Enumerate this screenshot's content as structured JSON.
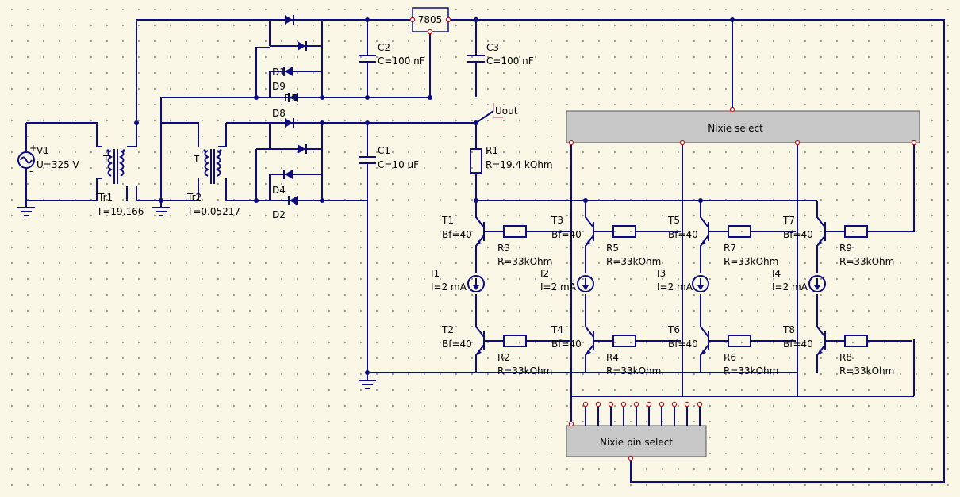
{
  "source": {
    "name": "V1",
    "value": "U=325 V",
    "plus": "+",
    "minus": "-"
  },
  "transformers": [
    {
      "name": "Tr1",
      "value": "T=19.166",
      "tag": "T"
    },
    {
      "name": "Tr2",
      "value": "T=0.05217",
      "tag": "T"
    }
  ],
  "diodes": {
    "d1": "D1",
    "d9": "D9",
    "d5": "D5",
    "d8": "D8",
    "d4": "D4",
    "d2": "D2"
  },
  "regulator": {
    "name": "7805"
  },
  "capacitors": [
    {
      "name": "C2",
      "value": "C=100 nF"
    },
    {
      "name": "C3",
      "value": "C=100 nF"
    },
    {
      "name": "C1",
      "value": "C=10 uF"
    }
  ],
  "probe": {
    "name": "Uout"
  },
  "r1": {
    "name": "R1",
    "value": "R=19.4 kOhm"
  },
  "transistors": [
    {
      "name": "T1",
      "value": "Bf=40"
    },
    {
      "name": "T3",
      "value": "Bf=40"
    },
    {
      "name": "T5",
      "value": "Bf=40"
    },
    {
      "name": "T7",
      "value": "Bf=40"
    },
    {
      "name": "T2",
      "value": "Bf=40"
    },
    {
      "name": "T4",
      "value": "Bf=40"
    },
    {
      "name": "T6",
      "value": "Bf=40"
    },
    {
      "name": "T8",
      "value": "Bf=40"
    }
  ],
  "resistors_top": [
    {
      "name": "R3",
      "value": "R=33kOhm"
    },
    {
      "name": "R5",
      "value": "R=33kOhm"
    },
    {
      "name": "R7",
      "value": "R=33kOhm"
    },
    {
      "name": "R9",
      "value": "R=33kOhm"
    }
  ],
  "resistors_bottom": [
    {
      "name": "R2",
      "value": "R=33kOhm"
    },
    {
      "name": "R4",
      "value": "R=33kOhm"
    },
    {
      "name": "R6",
      "value": "R=33kOhm"
    },
    {
      "name": "R8",
      "value": "R=33kOhm"
    }
  ],
  "current_sources": [
    {
      "name": "I1",
      "value": "I=2 mA"
    },
    {
      "name": "I2",
      "value": "I=2 mA"
    },
    {
      "name": "I3",
      "value": "I=2 mA"
    },
    {
      "name": "I4",
      "value": "I=2 mA"
    }
  ],
  "blocks": {
    "nixie_select": "Nixie select",
    "nixie_pin_select": "Nixie pin select"
  },
  "colors": {
    "wire": "#0c0c80",
    "pin": "#cc1010",
    "block": "#c8c8c8",
    "background": "#fbf7e6"
  }
}
